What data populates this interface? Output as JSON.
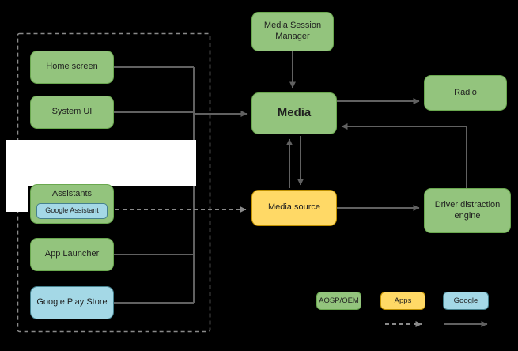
{
  "nodes": {
    "home_screen": {
      "label": "Home screen"
    },
    "system_ui": {
      "label": "System UI"
    },
    "assistants": {
      "label": "Assistants"
    },
    "google_assistant": {
      "label": "Google Assistant"
    },
    "app_launcher": {
      "label": "App Launcher"
    },
    "google_play_store": {
      "label": "Google Play Store"
    },
    "media_session_manager": {
      "label": "Media Session Manager"
    },
    "media": {
      "label": "Media"
    },
    "media_source": {
      "label": "Media source"
    },
    "radio": {
      "label": "Radio"
    },
    "driver_distraction_engine": {
      "label": "Driver distraction engine"
    }
  },
  "legend": {
    "aosp_oem": {
      "label": "AOSP/OEM"
    },
    "apps": {
      "label": "Apps"
    },
    "google": {
      "label": "Google"
    }
  },
  "colors": {
    "green_fill": "#93c47d",
    "green_border": "#6aa84f",
    "yellow_fill": "#ffd966",
    "yellow_border": "#bf9000",
    "blue_fill": "#a4d8e6",
    "blue_border": "#45818e",
    "line_color": "#616161",
    "dash_color": "#8a8a8a"
  }
}
